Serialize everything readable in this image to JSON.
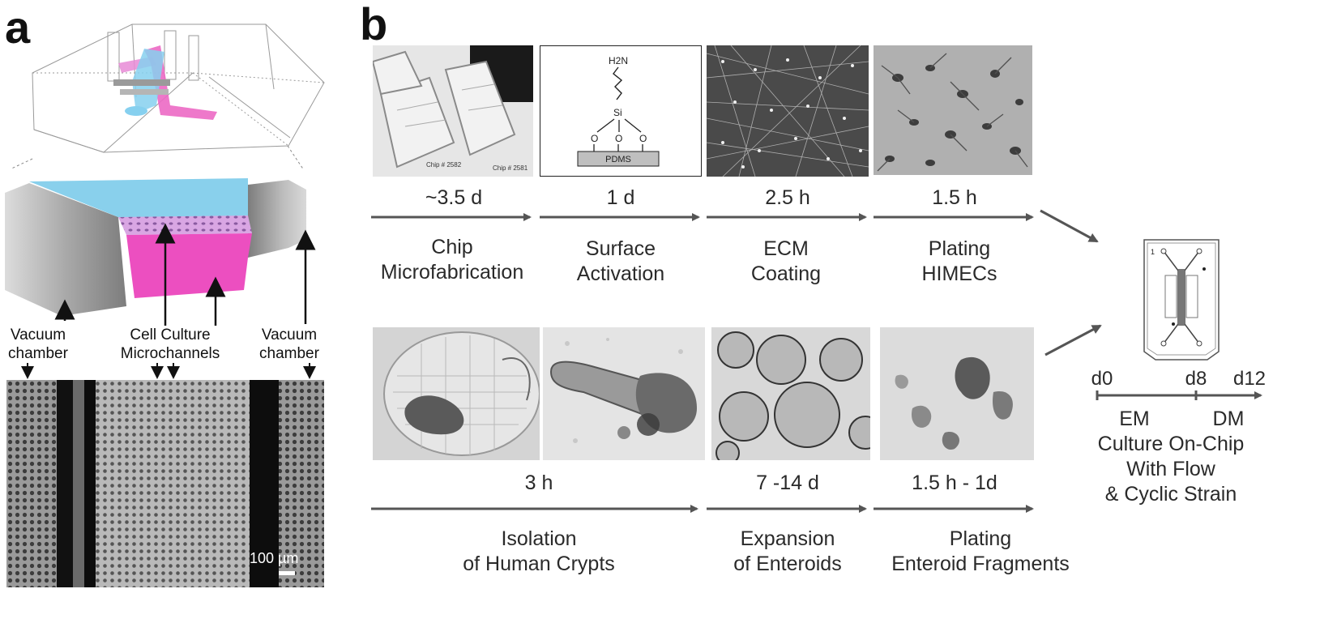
{
  "panel_a": {
    "letter": "a",
    "labels": {
      "vacuum_left": [
        "Vacuum",
        "chamber"
      ],
      "cell_culture": [
        "Cell Culture",
        "Microchannels"
      ],
      "vacuum_right": [
        "Vacuum",
        "chamber"
      ]
    },
    "scale_bar": "100 µm"
  },
  "panel_b": {
    "letter": "b",
    "top_row": [
      {
        "time": "~3.5 d",
        "label": [
          "Chip",
          "Microfabrication"
        ]
      },
      {
        "time": "1 d",
        "label": [
          "Surface",
          "Activation"
        ]
      },
      {
        "time": "2.5 h",
        "label": [
          "ECM",
          "Coating"
        ]
      },
      {
        "time": "1.5 h",
        "label": [
          "Plating",
          "HIMECs"
        ]
      }
    ],
    "chem": {
      "amine": "H2N",
      "si": "Si",
      "o": "O",
      "substrate": "PDMS"
    },
    "photo_text": {
      "chip1": "Chip # 2582",
      "chip2": "Chip # 2581",
      "chip_number": "1"
    },
    "bottom_row": [
      {
        "time": "3 h",
        "label": [
          "Isolation",
          "of Human Crypts"
        ]
      },
      {
        "time": "7 -14 d",
        "label": [
          "Expansion",
          "of Enteroids"
        ]
      },
      {
        "time": "1.5 h - 1d",
        "label": [
          "Plating",
          "Enteroid Fragments"
        ]
      }
    ],
    "timeline": {
      "ticks": [
        "d0",
        "d8",
        "d12"
      ],
      "em": "EM",
      "dm": "DM",
      "culture": [
        "Culture On-Chip",
        "With Flow",
        "& Cyclic Strain"
      ]
    }
  }
}
